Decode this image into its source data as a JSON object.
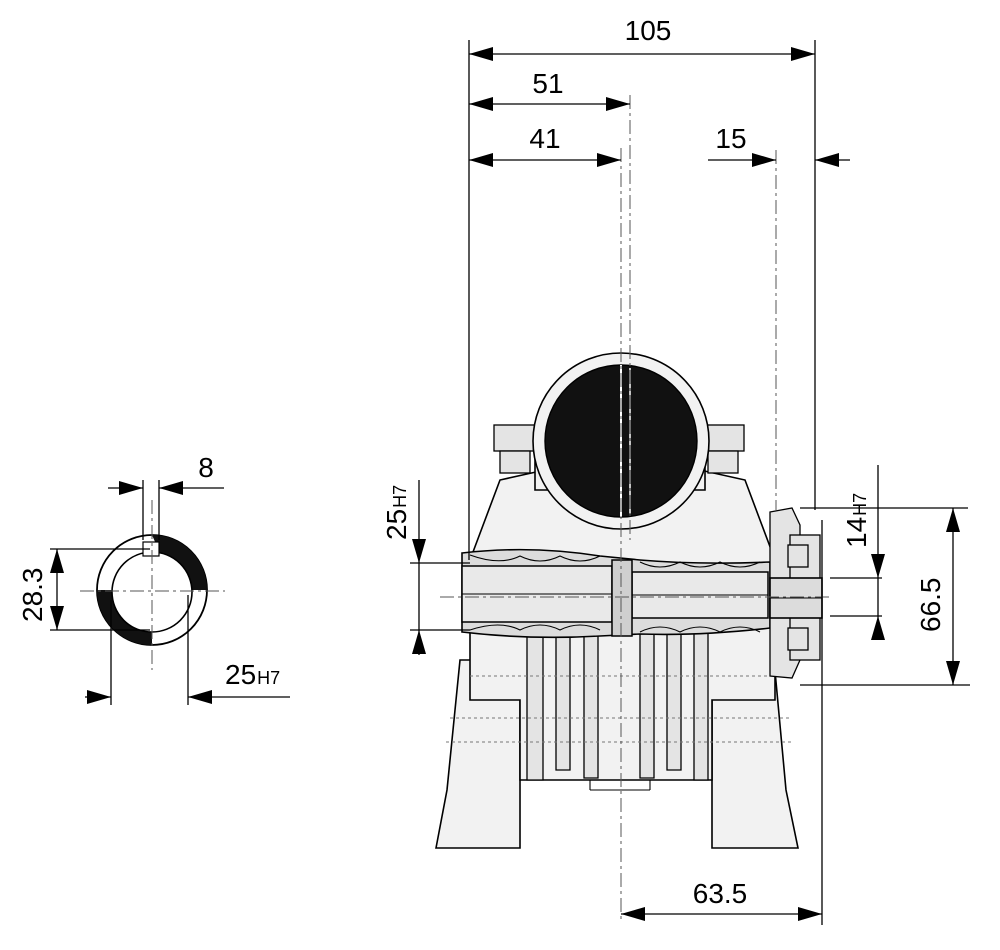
{
  "dimensions": {
    "overall_width": "105",
    "center_to_face": "51",
    "body_to_center": "41",
    "flange_thickness": "15",
    "output_bore": "25",
    "output_bore_tol": "H7",
    "input_shaft": "14",
    "input_shaft_tol": "H7",
    "input_height": "66.5",
    "base_to_face": "63.5",
    "keyway_width": "8",
    "keyway_depth": "28.3",
    "bore_diameter": "25",
    "bore_diameter_tol": "H7"
  },
  "colors": {
    "ink": "#000000",
    "paper": "#ffffff",
    "fill": "#111111"
  }
}
